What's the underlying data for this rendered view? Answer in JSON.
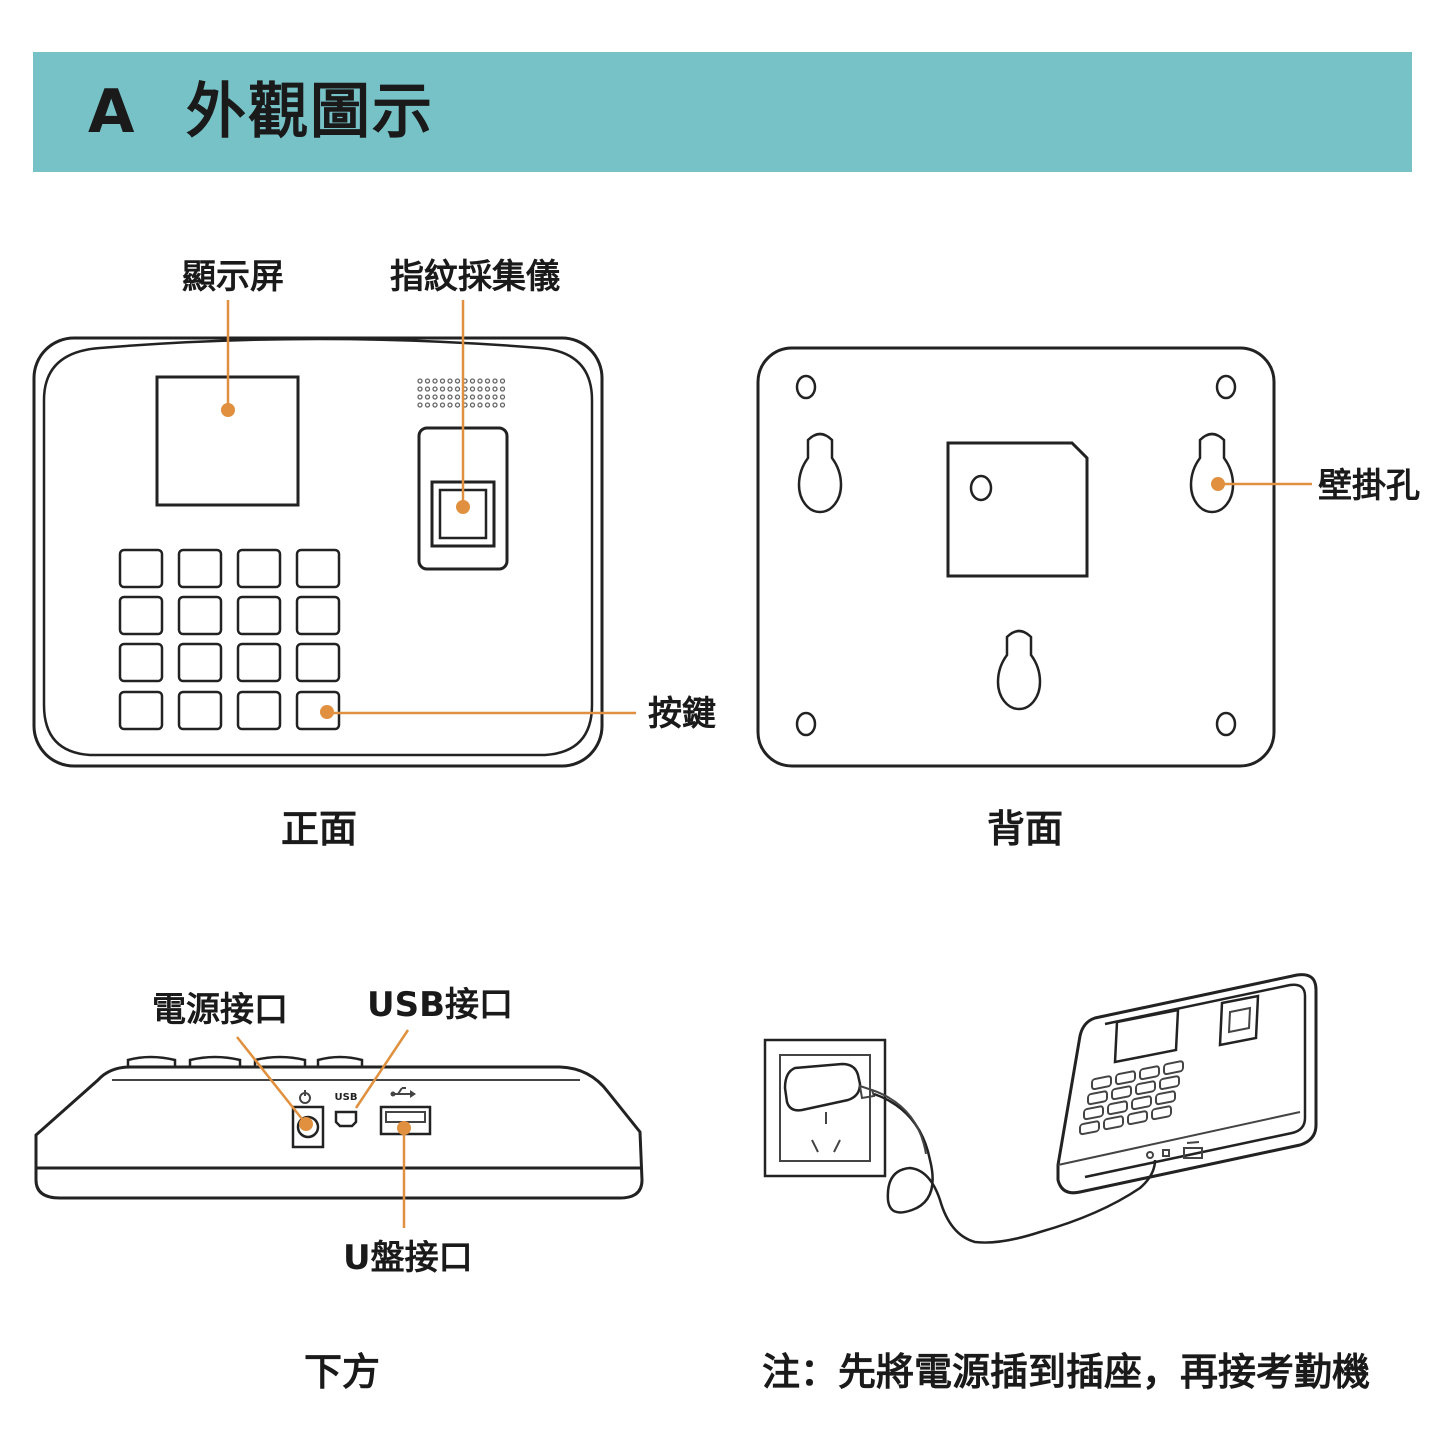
{
  "header": {
    "section_letter": "A",
    "title": "外觀圖示",
    "bar_color": "#76c2c7"
  },
  "front_view": {
    "caption": "正面",
    "labels": {
      "screen": "顯示屏",
      "fingerprint": "指紋採集儀",
      "keys": "按鍵"
    }
  },
  "back_view": {
    "caption": "背面",
    "labels": {
      "wall_hole": "壁掛孔"
    }
  },
  "bottom_view": {
    "caption": "下方",
    "labels": {
      "power_port": "電源接口",
      "usb_port": "USB接口",
      "udisk_port": "U盤接口"
    },
    "port_marks": {
      "usb_text": "USB"
    }
  },
  "install": {
    "note": "注：先將電源插到插座，再接考勤機"
  },
  "colors": {
    "leader": "#e0903e",
    "outline": "#222222"
  }
}
